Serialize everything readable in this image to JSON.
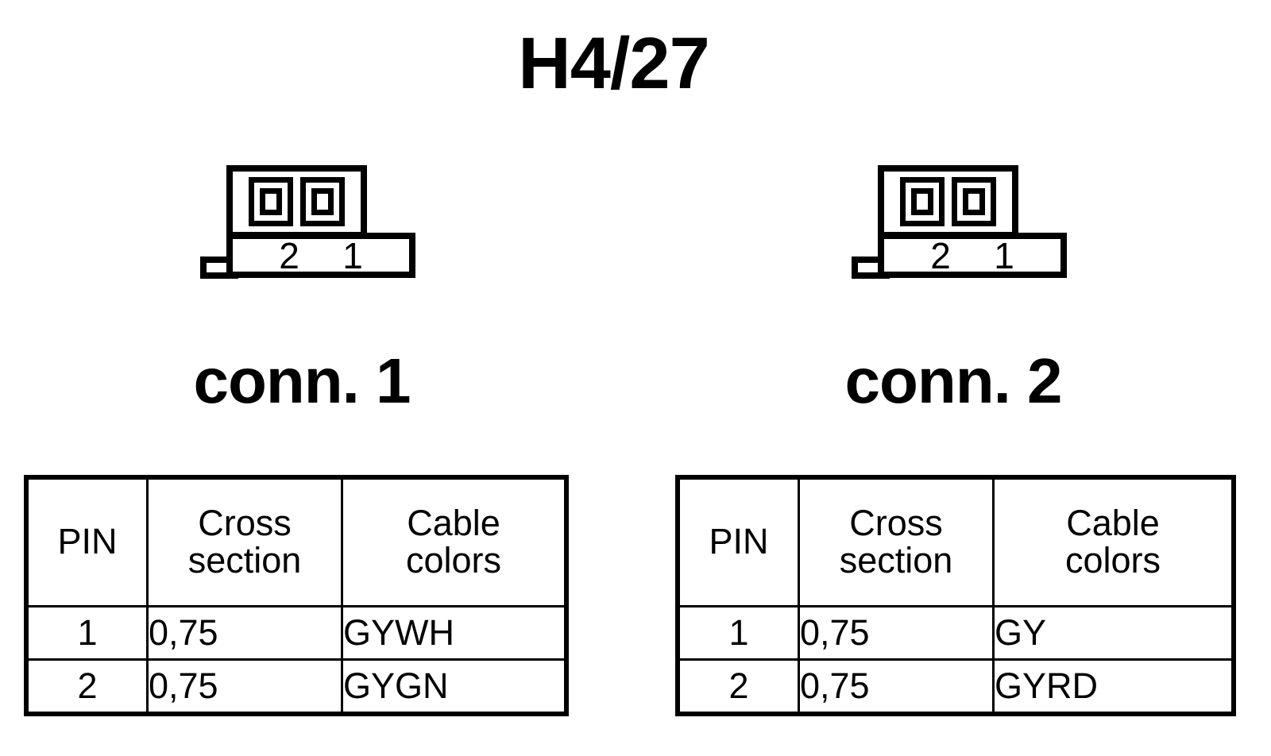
{
  "title": "H4/27",
  "connectors": [
    {
      "caption": "conn. 1",
      "pin_labels": [
        "2",
        "1"
      ],
      "cavity_count": 2,
      "table": {
        "headers": [
          "PIN",
          "Cross section",
          "Cable colors"
        ],
        "header_lines": [
          [
            "PIN"
          ],
          [
            "Cross",
            "section"
          ],
          [
            "Cable",
            "colors"
          ]
        ],
        "rows": [
          {
            "pin": "1",
            "cross_section": "0,75",
            "cable_colors": "GYWH"
          },
          {
            "pin": "2",
            "cross_section": "0,75",
            "cable_colors": "GYGN"
          }
        ]
      }
    },
    {
      "caption": "conn. 2",
      "pin_labels": [
        "2",
        "1"
      ],
      "cavity_count": 2,
      "table": {
        "headers": [
          "PIN",
          "Cross section",
          "Cable colors"
        ],
        "header_lines": [
          [
            "PIN"
          ],
          [
            "Cross",
            "section"
          ],
          [
            "Cable",
            "colors"
          ]
        ],
        "rows": [
          {
            "pin": "1",
            "cross_section": "0,75",
            "cable_colors": "GY"
          },
          {
            "pin": "2",
            "cross_section": "0,75",
            "cable_colors": "GYRD"
          }
        ]
      }
    }
  ],
  "colors": {
    "ink": "#000000",
    "paper": "#ffffff"
  }
}
